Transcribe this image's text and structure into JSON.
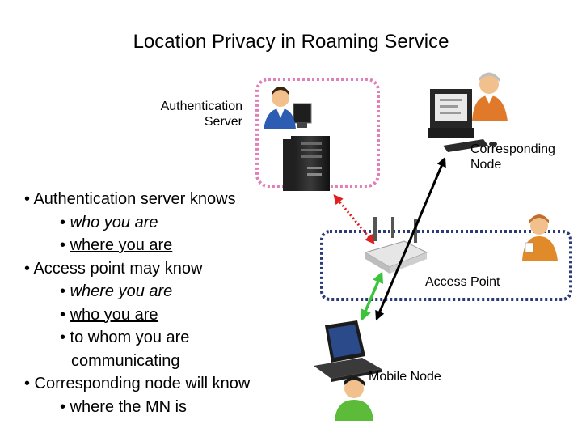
{
  "title": "Location Privacy in Roaming Service",
  "nodes": {
    "auth_server": {
      "line1": "Authentication",
      "line2": "Server"
    },
    "corresponding_node": {
      "line1": "Corresponding",
      "line2": "Node"
    },
    "access_point": "Access Point",
    "mobile_node": "Mobile Node"
  },
  "bullets": {
    "b1": "• Authentication server knows",
    "b1_1_pre": "• ",
    "b1_1": "who you are",
    "b1_2_pre": "• ",
    "b1_2": "where you are",
    "b2": "• Access point may know",
    "b2_1_pre": "• ",
    "b2_1": "where you are",
    "b2_2_pre": "• ",
    "b2_2": "who you are",
    "b2_3a": "• to whom you are",
    "b2_3b": "communicating",
    "b3": "• Corresponding node will know",
    "b3_1": "• where the MN is"
  },
  "colors": {
    "auth_box": "#e07fb8",
    "ap_box": "#2b3a78",
    "red_link": "#e0201e",
    "green_link": "#3cc43c",
    "black_link": "#000000"
  }
}
